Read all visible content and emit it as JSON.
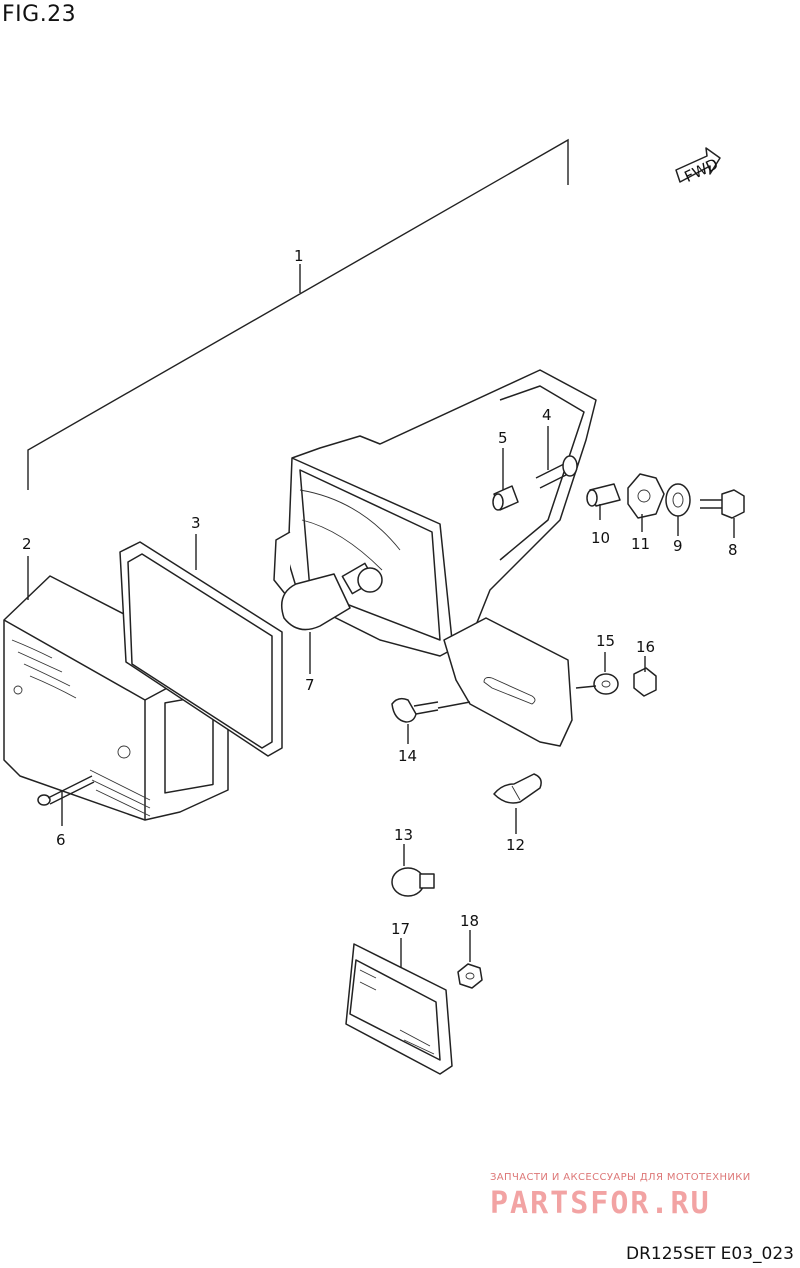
{
  "figure": {
    "title": "FIG.23",
    "drawing_code": "DR125SET E03_023",
    "fwd_label": "FWD"
  },
  "callouts": [
    "1",
    "2",
    "3",
    "4",
    "5",
    "6",
    "7",
    "8",
    "9",
    "10",
    "11",
    "12",
    "13",
    "14",
    "15",
    "16",
    "17",
    "18"
  ],
  "watermark": {
    "top": "ЗАПЧАСТИ И АКСЕССУАРЫ ДЛЯ МОТОТЕХНИКИ",
    "brand": "PARTSFOR.RU"
  }
}
